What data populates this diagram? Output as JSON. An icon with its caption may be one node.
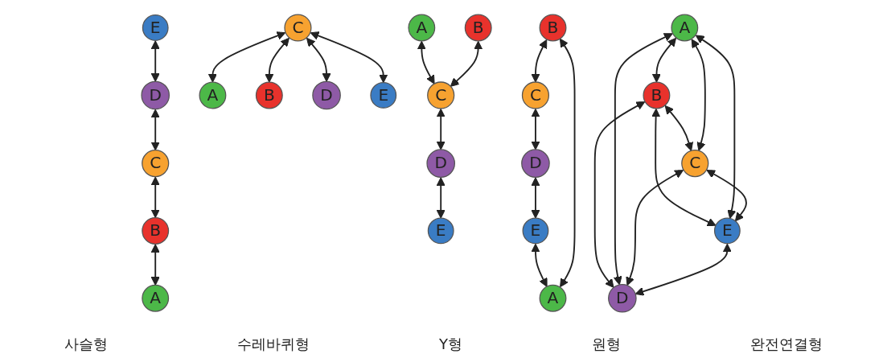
{
  "diagram": {
    "nodes": [
      {
        "text": [
          "E"
        ]
      },
      {
        "text": [
          "D"
        ]
      },
      {
        "text": [
          "C"
        ]
      },
      {
        "text": [
          "B"
        ]
      },
      {
        "text": [
          "A"
        ]
      },
      {
        "text": [
          "A"
        ]
      },
      {
        "text": [
          "B"
        ]
      },
      {
        "text": [
          "C"
        ]
      },
      {
        "text": [
          "D"
        ]
      },
      {
        "text": [
          "E"
        ]
      },
      {
        "text": [
          "A"
        ]
      },
      {
        "text": [
          "B"
        ]
      },
      {
        "text": [
          "C"
        ]
      },
      {
        "text": [
          "D"
        ]
      },
      {
        "text": [
          "E"
        ]
      },
      {
        "text": [
          "B"
        ]
      },
      {
        "text": [
          "A"
        ]
      },
      {
        "text": [
          "C"
        ]
      },
      {
        "text": [
          "E"
        ]
      },
      {
        "text": [
          "D"
        ]
      },
      {
        "text": [
          "B"
        ]
      },
      {
        "text": [
          "A"
        ]
      },
      {
        "text": [
          "C"
        ]
      },
      {
        "text": [
          "E"
        ]
      },
      {
        "text": [
          "D"
        ]
      }
    ],
    "edges": [
      {
        "from": 0,
        "to": 1,
        "arrow": "both"
      },
      {
        "from": 1,
        "to": 2,
        "arrow": "both"
      },
      {
        "from": 2,
        "to": 3,
        "arrow": "both"
      },
      {
        "from": 3,
        "to": 4,
        "arrow": "both"
      },
      {
        "from": 7,
        "to": 5,
        "arrow": "both"
      },
      {
        "from": 7,
        "to": 6,
        "arrow": "both"
      },
      {
        "from": 7,
        "to": 8,
        "arrow": "both"
      },
      {
        "from": 7,
        "to": 9,
        "arrow": "both"
      },
      {
        "from": 10,
        "to": 12,
        "arrow": "both"
      },
      {
        "from": 11,
        "to": 12,
        "arrow": "both"
      },
      {
        "from": 12,
        "to": 13,
        "arrow": "both"
      },
      {
        "from": 13,
        "to": 14,
        "arrow": "both"
      },
      {
        "from": 16,
        "to": 15,
        "arrow": "both"
      },
      {
        "from": 15,
        "to": 17,
        "arrow": "both"
      },
      {
        "from": 17,
        "to": 19,
        "arrow": "both"
      },
      {
        "from": 19,
        "to": 18,
        "arrow": "both"
      },
      {
        "from": 18,
        "to": 16,
        "arrow": "both"
      },
      {
        "from": 21,
        "to": 20,
        "arrow": "both"
      },
      {
        "from": 20,
        "to": 22,
        "arrow": "both"
      },
      {
        "from": 20,
        "to": 23,
        "arrow": "both"
      },
      {
        "from": 20,
        "to": 24,
        "arrow": "both"
      },
      {
        "from": 21,
        "to": 22,
        "arrow": "both"
      },
      {
        "from": 21,
        "to": 23,
        "arrow": "both"
      },
      {
        "from": 21,
        "to": 24,
        "arrow": "both"
      },
      {
        "from": 22,
        "to": 23,
        "arrow": "both"
      },
      {
        "from": 22,
        "to": 24,
        "arrow": "both"
      },
      {
        "from": 23,
        "to": 24,
        "arrow": "both"
      }
    ],
    "labels": [
      "사슬형",
      "수레바퀴형",
      "Y형",
      "원형",
      "완전연결형"
    ]
  }
}
